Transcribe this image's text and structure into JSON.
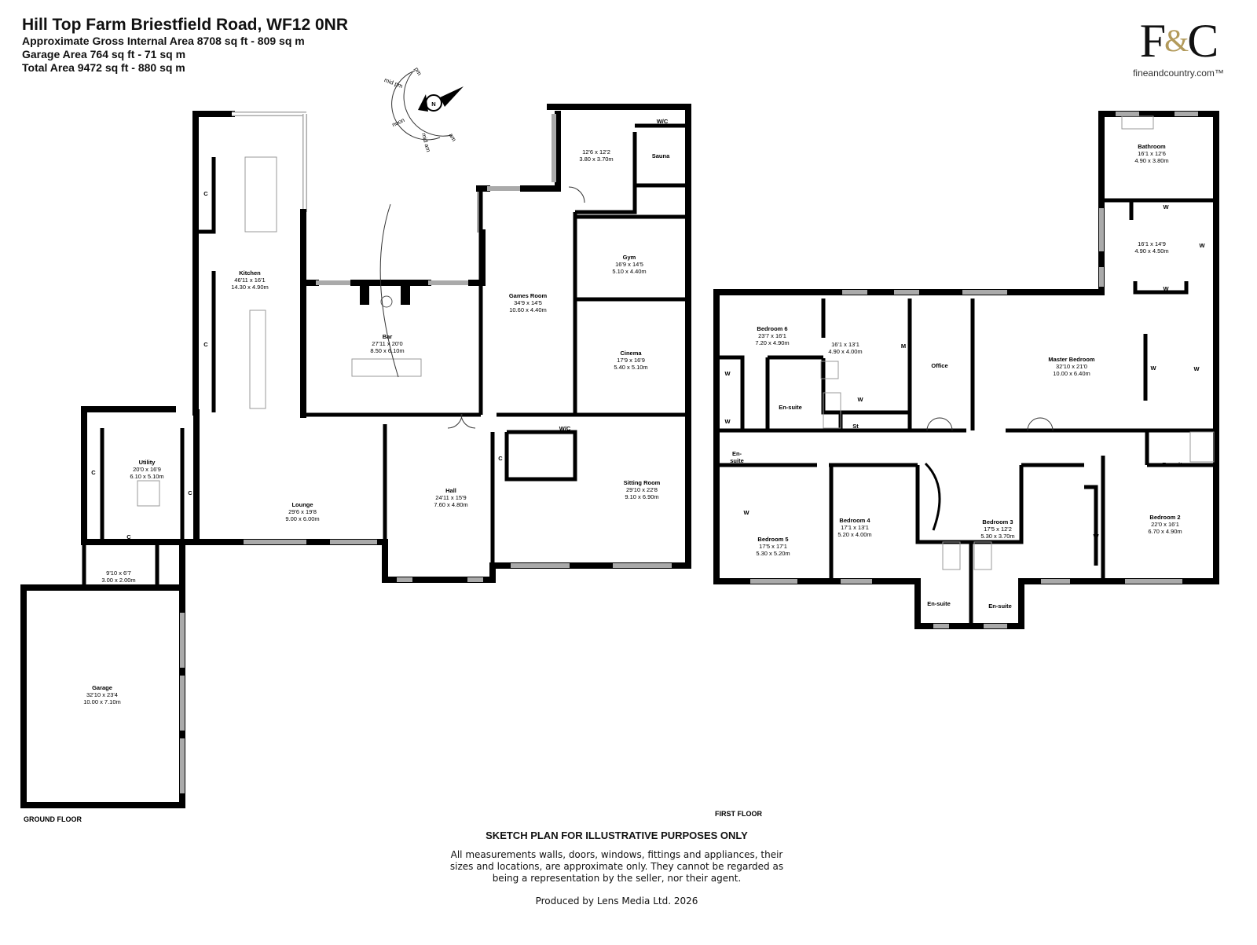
{
  "header": {
    "title": "Hill Top Farm Briestfield Road, WF12 0NR",
    "gross_area": "Approximate Gross Internal Area 8708 sq ft - 809 sq m",
    "garage_area": "Garage Area 764 sq ft - 71 sq m",
    "total_area": "Total Area 9472 sq ft - 880 sq m"
  },
  "logo": {
    "letters_left": "F",
    "ampersand": "&",
    "letters_right": "C",
    "url": "fineandcountry.com™",
    "gold": "#b29a5b"
  },
  "compass": {
    "north": "N",
    "labels": [
      "pm",
      "mid pm",
      "noon",
      "mid am",
      "am"
    ]
  },
  "ground_floor": {
    "label": "GROUND FLOOR",
    "rooms": [
      {
        "name": "Kitchen",
        "imperial": "46'11 x 16'1",
        "metric": "14.30 x 4.90m"
      },
      {
        "name": "Bar",
        "imperial": "27'11 x 20'0",
        "metric": "8.50 x 6.10m"
      },
      {
        "name": "Games Room",
        "imperial": "34'9 x 14'5",
        "metric": "10.60 x 4.40m"
      },
      {
        "name": "",
        "imperial": "12'6 x 12'2",
        "metric": "3.80 x 3.70m"
      },
      {
        "name": "Gym",
        "imperial": "16'9 x 14'5",
        "metric": "5.10 x 4.40m"
      },
      {
        "name": "Cinema",
        "imperial": "17'9 x 16'9",
        "metric": "5.40 x 5.10m"
      },
      {
        "name": "Utility",
        "imperial": "20'0 x 16'9",
        "metric": "6.10 x 5.10m"
      },
      {
        "name": "",
        "imperial": "9'10 x 6'7",
        "metric": "3.00 x 2.00m"
      },
      {
        "name": "Lounge",
        "imperial": "29'6 x 19'8",
        "metric": "9.00 x 6.00m"
      },
      {
        "name": "Hall",
        "imperial": "24'11 x 15'9",
        "metric": "7.60 x 4.80m"
      },
      {
        "name": "Sitting Room",
        "imperial": "29'10 x 22'8",
        "metric": "9.10 x 6.90m"
      },
      {
        "name": "Garage",
        "imperial": "32'10 x 23'4",
        "metric": "10.00 x 7.10m"
      }
    ],
    "small_labels": [
      "W/C",
      "Sauna",
      "W/C",
      "C",
      "C",
      "C",
      "C",
      "C",
      "C"
    ]
  },
  "first_floor": {
    "label": "FIRST FLOOR",
    "rooms": [
      {
        "name": "Bathroom",
        "imperial": "16'1 x 12'6",
        "metric": "4.90 x 3.80m"
      },
      {
        "name": "",
        "imperial": "16'1 x 14'9",
        "metric": "4.90 x 4.50m"
      },
      {
        "name": "Master Bedroom",
        "imperial": "32'10 x 21'0",
        "metric": "10.00 x 6.40m"
      },
      {
        "name": "Bedroom 6",
        "imperial": "23'7 x 16'1",
        "metric": "7.20 x 4.90m"
      },
      {
        "name": "",
        "imperial": "16'1 x 13'1",
        "metric": "4.90 x 4.00m"
      },
      {
        "name": "Bedroom 5",
        "imperial": "17'5 x 17'1",
        "metric": "5.30 x 5.20m"
      },
      {
        "name": "Bedroom 4",
        "imperial": "17'1 x 13'1",
        "metric": "5.20 x 4.00m"
      },
      {
        "name": "Bedroom 3",
        "imperial": "17'5 x 12'2",
        "metric": "5.30 x 3.70m"
      },
      {
        "name": "Bedroom 2",
        "imperial": "22'0 x 16'1",
        "metric": "6.70 x 4.90m"
      }
    ],
    "small_labels": [
      "Office",
      "En-suite",
      "St",
      "En-",
      "suite",
      "En-suite",
      "En-suite",
      "En-suite",
      "W",
      "M"
    ]
  },
  "disclaimer": {
    "heading": "SKETCH PLAN FOR ILLUSTRATIVE PURPOSES ONLY",
    "line1": "All measurements walls, doors, windows, fittings and appliances, their",
    "line2": "sizes and locations, are approximate only. They cannot be regarded as",
    "line3": "being a representation by the seller, nor their agent.",
    "producer": "Produced by Lens Media Ltd. 2026"
  }
}
